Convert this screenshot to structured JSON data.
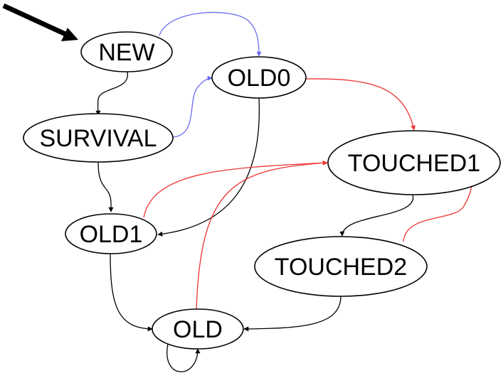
{
  "colors": {
    "default_edge": "#000000",
    "blue_edge": "#6b6bf0",
    "red_edge": "#ee3333",
    "node_fill": "#ffffff",
    "node_stroke": "#000000"
  },
  "nodes": {
    "new": {
      "label": "NEW"
    },
    "old0": {
      "label": "OLD0"
    },
    "survival": {
      "label": "SURVIVAL"
    },
    "touched1": {
      "label": "TOUCHED1"
    },
    "old1": {
      "label": "OLD1"
    },
    "touched2": {
      "label": "TOUCHED2"
    },
    "old": {
      "label": "OLD"
    }
  },
  "edges": [
    {
      "from": "start",
      "to": "NEW",
      "color": "black",
      "style": "bold-initial"
    },
    {
      "from": "NEW",
      "to": "OLD0",
      "color": "blue"
    },
    {
      "from": "NEW",
      "to": "SURVIVAL",
      "color": "black"
    },
    {
      "from": "SURVIVAL",
      "to": "OLD0",
      "color": "blue"
    },
    {
      "from": "SURVIVAL",
      "to": "OLD1",
      "color": "black"
    },
    {
      "from": "OLD0",
      "to": "TOUCHED1",
      "color": "red"
    },
    {
      "from": "OLD0",
      "to": "OLD1",
      "color": "black"
    },
    {
      "from": "OLD1",
      "to": "TOUCHED1",
      "color": "red"
    },
    {
      "from": "OLD1",
      "to": "OLD",
      "color": "black"
    },
    {
      "from": "TOUCHED1",
      "to": "TOUCHED2",
      "color": "black"
    },
    {
      "from": "TOUCHED2",
      "to": "TOUCHED1",
      "color": "red"
    },
    {
      "from": "TOUCHED2",
      "to": "OLD",
      "color": "black"
    },
    {
      "from": "OLD",
      "to": "TOUCHED1",
      "color": "red"
    },
    {
      "from": "OLD",
      "to": "OLD",
      "color": "black"
    }
  ]
}
